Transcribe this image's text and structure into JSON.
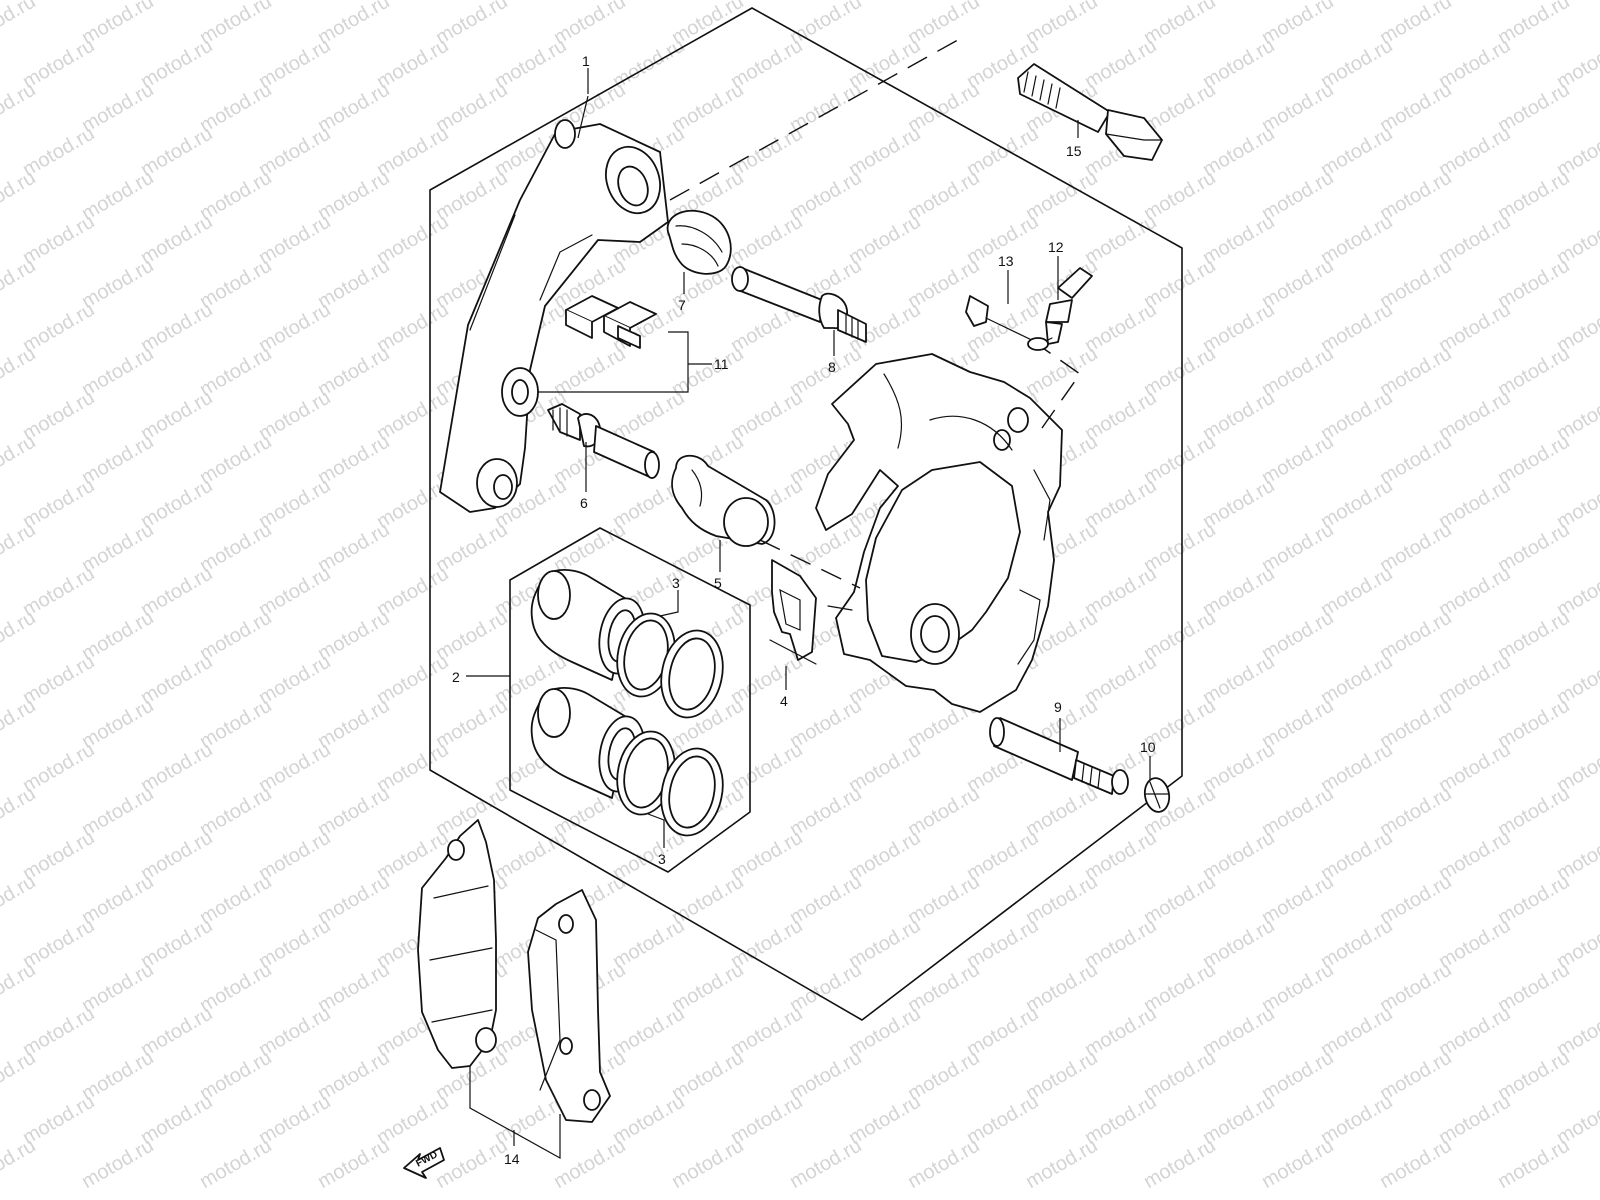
{
  "watermark": "motod.ru",
  "fwd_label": "FWD",
  "callouts": {
    "c1": "1",
    "c2": "2",
    "c3a": "3",
    "c3b": "3",
    "c4": "4",
    "c5": "5",
    "c6": "6",
    "c7": "7",
    "c8": "8",
    "c9": "9",
    "c10": "10",
    "c11": "11",
    "c12": "12",
    "c13": "13",
    "c14": "14",
    "c15": "15"
  },
  "colors": {
    "line": "#111111",
    "watermark": "#d4d4d4",
    "background": "#ffffff"
  }
}
